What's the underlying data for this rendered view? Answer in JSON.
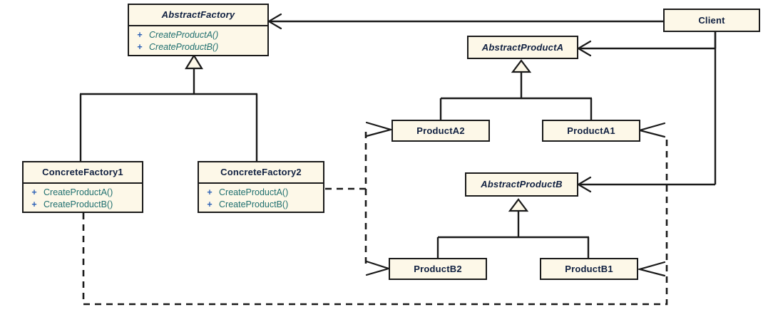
{
  "diagram": {
    "title": "Abstract Factory pattern class diagram",
    "colors": {
      "box_fill": "#fdf8e8",
      "box_border": "#1a1a1a",
      "title_text": "#102040",
      "operation_text": "#1f6f6f",
      "visibility_text": "#2a5fb5",
      "background": "#ffffff"
    }
  },
  "classes": {
    "abstract_factory": {
      "name": "AbstractFactory",
      "stereotype": "abstract",
      "operations": [
        {
          "visibility": "+",
          "signature": "CreateProductA()",
          "abstract": true
        },
        {
          "visibility": "+",
          "signature": "CreateProductB()",
          "abstract": true
        }
      ]
    },
    "concrete_factory_1": {
      "name": "ConcreteFactory1",
      "stereotype": "concrete",
      "operations": [
        {
          "visibility": "+",
          "signature": "CreateProductA()",
          "abstract": false
        },
        {
          "visibility": "+",
          "signature": "CreateProductB()",
          "abstract": false
        }
      ]
    },
    "concrete_factory_2": {
      "name": "ConcreteFactory2",
      "stereotype": "concrete",
      "operations": [
        {
          "visibility": "+",
          "signature": "CreateProductA()",
          "abstract": false
        },
        {
          "visibility": "+",
          "signature": "CreateProductB()",
          "abstract": false
        }
      ]
    },
    "abstract_product_a": {
      "name": "AbstractProductA",
      "stereotype": "abstract",
      "operations": []
    },
    "abstract_product_b": {
      "name": "AbstractProductB",
      "stereotype": "abstract",
      "operations": []
    },
    "product_a1": {
      "name": "ProductA1",
      "stereotype": "concrete",
      "operations": []
    },
    "product_a2": {
      "name": "ProductA2",
      "stereotype": "concrete",
      "operations": []
    },
    "product_b1": {
      "name": "ProductB1",
      "stereotype": "concrete",
      "operations": []
    },
    "product_b2": {
      "name": "ProductB2",
      "stereotype": "concrete",
      "operations": []
    },
    "client": {
      "name": "Client",
      "stereotype": "concrete",
      "operations": []
    }
  },
  "relationships": [
    {
      "kind": "generalization",
      "from": "ConcreteFactory1",
      "to": "AbstractFactory"
    },
    {
      "kind": "generalization",
      "from": "ConcreteFactory2",
      "to": "AbstractFactory"
    },
    {
      "kind": "generalization",
      "from": "ProductA1",
      "to": "AbstractProductA"
    },
    {
      "kind": "generalization",
      "from": "ProductA2",
      "to": "AbstractProductA"
    },
    {
      "kind": "generalization",
      "from": "ProductB1",
      "to": "AbstractProductB"
    },
    {
      "kind": "generalization",
      "from": "ProductB2",
      "to": "AbstractProductB"
    },
    {
      "kind": "association",
      "from": "Client",
      "to": "AbstractFactory"
    },
    {
      "kind": "association",
      "from": "Client",
      "to": "AbstractProductA"
    },
    {
      "kind": "association",
      "from": "Client",
      "to": "AbstractProductB"
    },
    {
      "kind": "dependency",
      "from": "ConcreteFactory2",
      "to": "ProductA2"
    },
    {
      "kind": "dependency",
      "from": "ConcreteFactory2",
      "to": "ProductB2"
    },
    {
      "kind": "dependency",
      "from": "ConcreteFactory1",
      "to": "ProductA1"
    },
    {
      "kind": "dependency",
      "from": "ConcreteFactory1",
      "to": "ProductB1"
    }
  ]
}
